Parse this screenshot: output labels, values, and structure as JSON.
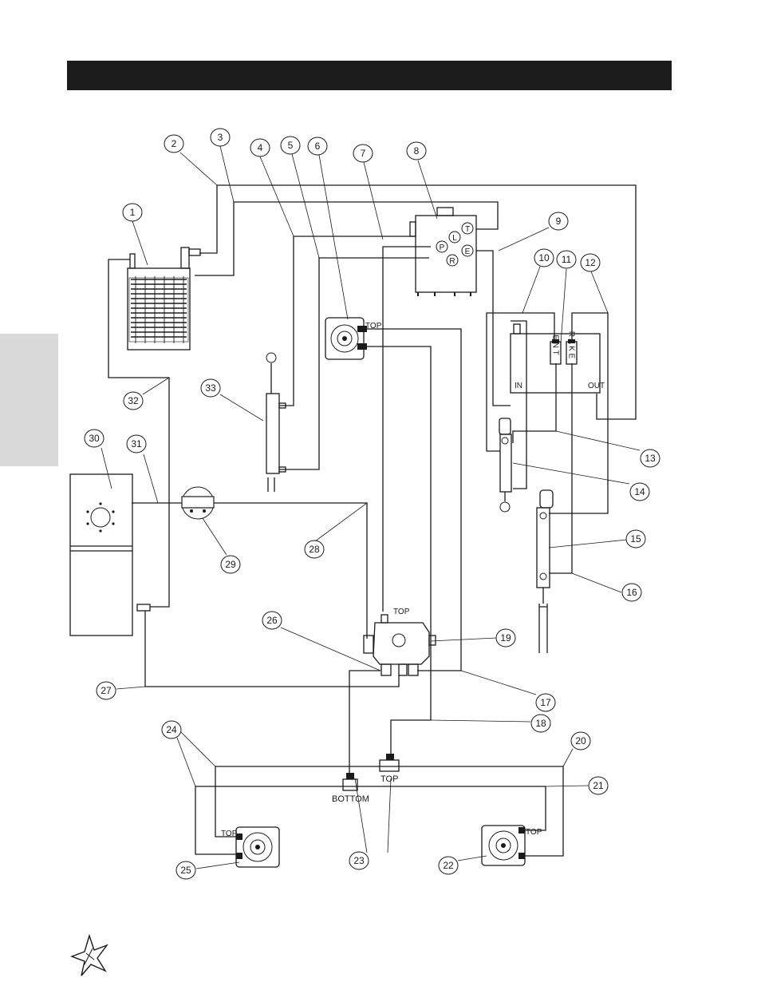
{
  "header": {
    "title": ""
  },
  "side_tab": {
    "label": ""
  },
  "callouts": [
    "1",
    "2",
    "3",
    "4",
    "5",
    "6",
    "7",
    "8",
    "9",
    "10",
    "11",
    "12",
    "13",
    "14",
    "15",
    "16",
    "17",
    "18",
    "19",
    "20",
    "21",
    "22",
    "23",
    "24",
    "25",
    "26",
    "27",
    "28",
    "29",
    "30",
    "31",
    "32",
    "33"
  ],
  "labels": {
    "top": "TOP",
    "bottom": "BOTTOM",
    "in": "IN",
    "out": "OUT",
    "valve_ports": [
      "T",
      "L",
      "P",
      "E",
      "R"
    ],
    "solenoid_a": "E N T",
    "solenoid_b": "R A K E"
  },
  "icons": {
    "logo": "star-burst-logo-icon"
  }
}
